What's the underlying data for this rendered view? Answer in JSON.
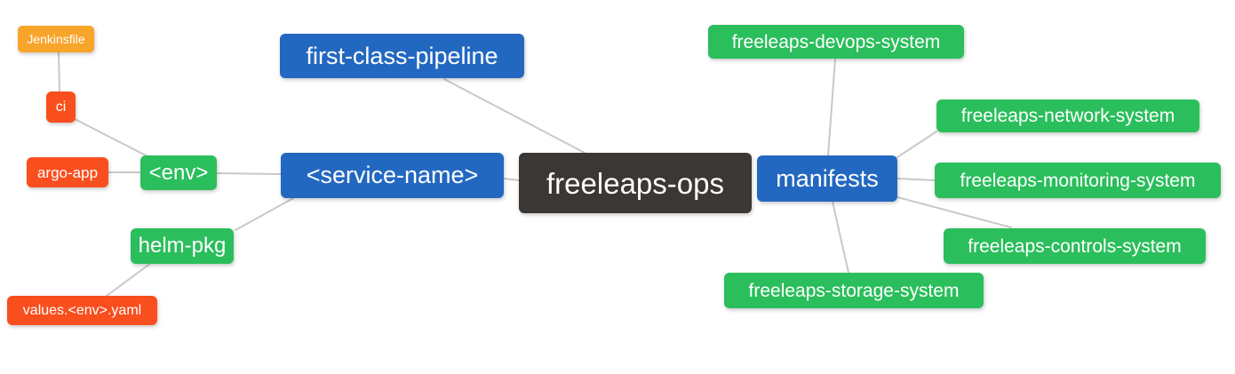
{
  "diagram": {
    "type": "mindmap",
    "nodes": {
      "root": "freeleaps-ops",
      "first_class_pipeline": "first-class-pipeline",
      "service_name": "<service-name>",
      "env": "<env>",
      "ci": "ci",
      "argo_app": "argo-app",
      "jenkinsfile": "Jenkinsfile",
      "helm_pkg": "helm-pkg",
      "values_env_yaml": "values.<env>.yaml",
      "manifests": "manifests",
      "devops_system": "freeleaps-devops-system",
      "network_system": "freeleaps-network-system",
      "monitoring_system": "freeleaps-monitoring-system",
      "controls_system": "freeleaps-controls-system",
      "storage_system": "freeleaps-storage-system"
    },
    "edges": [
      {
        "from": "jenkinsfile",
        "to": "ci"
      },
      {
        "from": "ci",
        "to": "env"
      },
      {
        "from": "argo_app",
        "to": "env"
      },
      {
        "from": "env",
        "to": "service_name"
      },
      {
        "from": "helm_pkg",
        "to": "service_name"
      },
      {
        "from": "values_env_yaml",
        "to": "helm_pkg"
      },
      {
        "from": "first_class_pipeline",
        "to": "root"
      },
      {
        "from": "service_name",
        "to": "root"
      },
      {
        "from": "manifests",
        "to": "root"
      },
      {
        "from": "devops_system",
        "to": "manifests"
      },
      {
        "from": "manifests",
        "to": "network_system"
      },
      {
        "from": "manifests",
        "to": "monitoring_system"
      },
      {
        "from": "manifests",
        "to": "controls_system"
      },
      {
        "from": "manifests",
        "to": "storage_system"
      }
    ]
  },
  "colors": {
    "root_bg": "#3B3735",
    "branch_bg": "#2368C0",
    "green_bg": "#2BBE5C",
    "red_bg": "#F94E1D",
    "orange_bg": "#F9A42A",
    "edge": "#C9C9C9",
    "text": "#FFFFFF"
  }
}
